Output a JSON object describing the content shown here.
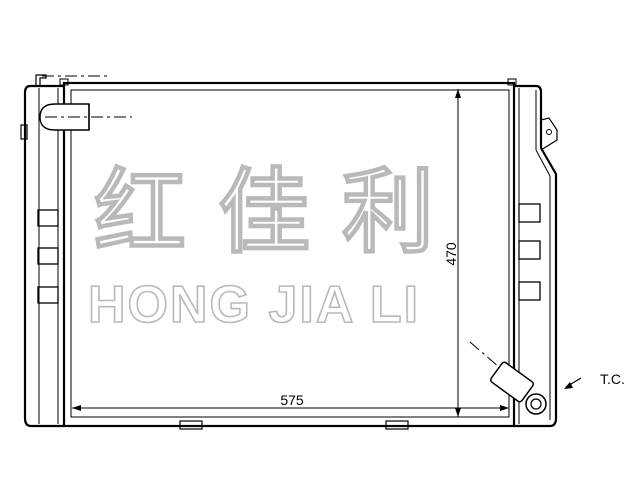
{
  "dimensions": {
    "width": "575",
    "height": "470"
  },
  "callout": {
    "label": "T.C."
  },
  "watermark": {
    "chinese": "红 佳 利",
    "english": "HONG JIA LI"
  }
}
